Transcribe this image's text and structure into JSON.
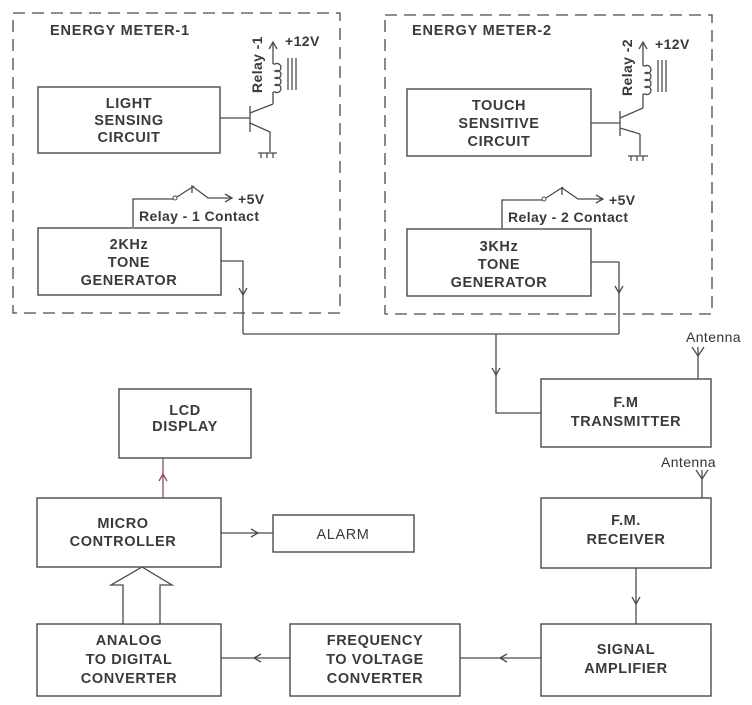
{
  "diagram": {
    "groups": {
      "meter1": {
        "title": "ENERGY METER-1"
      },
      "meter2": {
        "title": "ENERGY METER-2"
      }
    },
    "blocks": {
      "light_sensing": [
        "LIGHT",
        "SENSING",
        "CIRCUIT"
      ],
      "tone_gen_1": [
        "2KHz",
        "TONE",
        "GENERATOR"
      ],
      "touch_sensitive": [
        "TOUCH",
        "SENSITIVE",
        "CIRCUIT"
      ],
      "tone_gen_2": [
        "3KHz",
        "TONE",
        "GENERATOR"
      ],
      "fm_transmitter": [
        "F.M",
        "TRANSMITTER"
      ],
      "fm_receiver": [
        "F.M.",
        "RECEIVER"
      ],
      "signal_amplifier": [
        "SIGNAL",
        "AMPLIFIER"
      ],
      "freq_to_voltage": [
        "FREQUENCY",
        "TO VOLTAGE",
        "CONVERTER"
      ],
      "adc": [
        "ANALOG",
        "TO DIGITAL",
        "CONVERTER"
      ],
      "microcontroller": [
        "MICRO",
        "CONTROLLER"
      ],
      "lcd_display": [
        "LCD",
        "DISPLAY"
      ],
      "alarm": [
        "ALARM"
      ]
    },
    "labels": {
      "relay1_coil": "Relay -1",
      "relay2_coil": "Relay -2",
      "supply_12v_1": "+12V",
      "supply_12v_2": "+12V",
      "supply_5v_1": "+5V",
      "supply_5v_2": "+5V",
      "relay1_contact": "Relay - 1 Contact",
      "relay2_contact": "Relay - 2 Contact",
      "antenna_tx": "Antenna",
      "antenna_rx": "Antenna"
    },
    "colors": {
      "line": "#4a4a4a",
      "text": "#3a3a3a",
      "lcd_link": "#8a4a60"
    }
  }
}
